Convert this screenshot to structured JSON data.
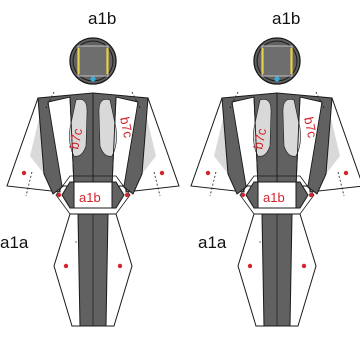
{
  "colors": {
    "dark_panel": "#616161",
    "light_panel": "#d9d9d9",
    "outline": "#1a1a1a",
    "red": "#d4242a",
    "yellow": "#e6d24a",
    "cyan": "#3aa9d8",
    "background": "#ffffff"
  },
  "figures": [
    {
      "top_label": "a1b",
      "side_label": "a1a",
      "panel_labels": [
        "b7c",
        "b7c"
      ],
      "center_label": "a1b"
    },
    {
      "top_label": "a1b",
      "side_label": "a1a",
      "panel_labels": [
        "b7c",
        "b7c"
      ],
      "center_label": "a1b"
    }
  ]
}
